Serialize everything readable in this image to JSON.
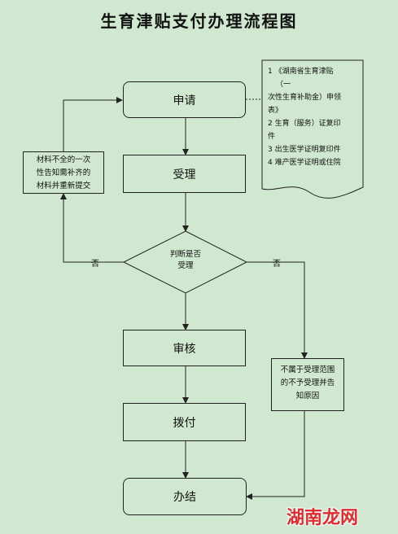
{
  "title": "生育津贴支付办理流程图",
  "steps": {
    "apply": "申请",
    "accept": "受理",
    "review": "审核",
    "disburse": "拨付",
    "settle": "办结"
  },
  "decision": {
    "line1": "判断是否",
    "line2": "受理"
  },
  "labels": {
    "no_left": "否",
    "no_right": "否"
  },
  "resubmit": {
    "line1": "材料不全的一次",
    "line2": "性告知需补齐的",
    "line3": "材料并重新提交"
  },
  "reject": {
    "line1": "不属于受理范围",
    "line2": "的不予受理并告",
    "line3": "知原因"
  },
  "documents": [
    "1  《湖南省生育津贴",
    "（一",
    "次性生育补助金）申领",
    "表》",
    "2  生育（服务）证复印",
    "件",
    "3  出生医学证明复印件",
    "4  难产医学证明或住院"
  ],
  "watermark": "湖南龙网"
}
